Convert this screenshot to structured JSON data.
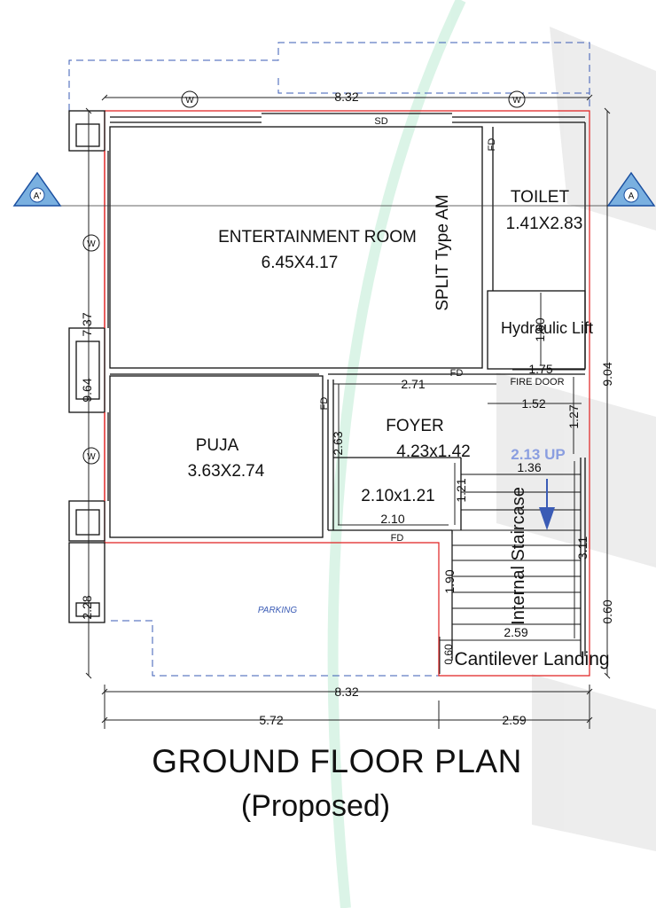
{
  "title": "GROUND FLOOR PLAN",
  "subtitle": "(Proposed)",
  "rooms": {
    "entertainment": {
      "name": "ENTERTAINMENT ROOM",
      "size": "6.45X4.17"
    },
    "toilet": {
      "name": "TOILET",
      "size": "1.41X2.83"
    },
    "lift": {
      "name": "Hydraulic Lift"
    },
    "puja": {
      "name": "PUJA",
      "size": "3.63X2.74"
    },
    "foyer": {
      "name": "FOYER",
      "size": "4.23x1.42"
    },
    "small": {
      "size": "2.10x1.21"
    },
    "parking": {
      "name": "PARKING"
    },
    "staircase": {
      "name": "Internal Staircase",
      "up": "2.13 UP"
    },
    "landing": {
      "name": "Cantilever Landing"
    }
  },
  "labels": {
    "split_ac": "SPLIT Type AM",
    "sd": "SD",
    "fd": "FD",
    "fire_door": "FIRE DOOR",
    "window": "W",
    "section_a": "A",
    "section_a_prime": "A'"
  },
  "dims": {
    "top_width": "8.32",
    "bottom_width": "8.32",
    "bottom_left": "5.72",
    "bottom_right": "2.59",
    "left_upper": "7.37",
    "left_total": "9.64",
    "left_lower": "2.28",
    "right_total": "9.04",
    "right_lower": "0.60",
    "lift_w": "1.75",
    "lift_h": "1.60",
    "fire_door_w": "1.52",
    "foyer_w": "2.71",
    "foyer_h": "2.63",
    "vert_127": "1.27",
    "small_w": "2.10",
    "small_h": "1.21",
    "stair_w_top": "1.36",
    "stair_h": "3.11",
    "stair_left": "1.90",
    "stair_w_bottom": "2.59",
    "landing_h": "0.60"
  }
}
